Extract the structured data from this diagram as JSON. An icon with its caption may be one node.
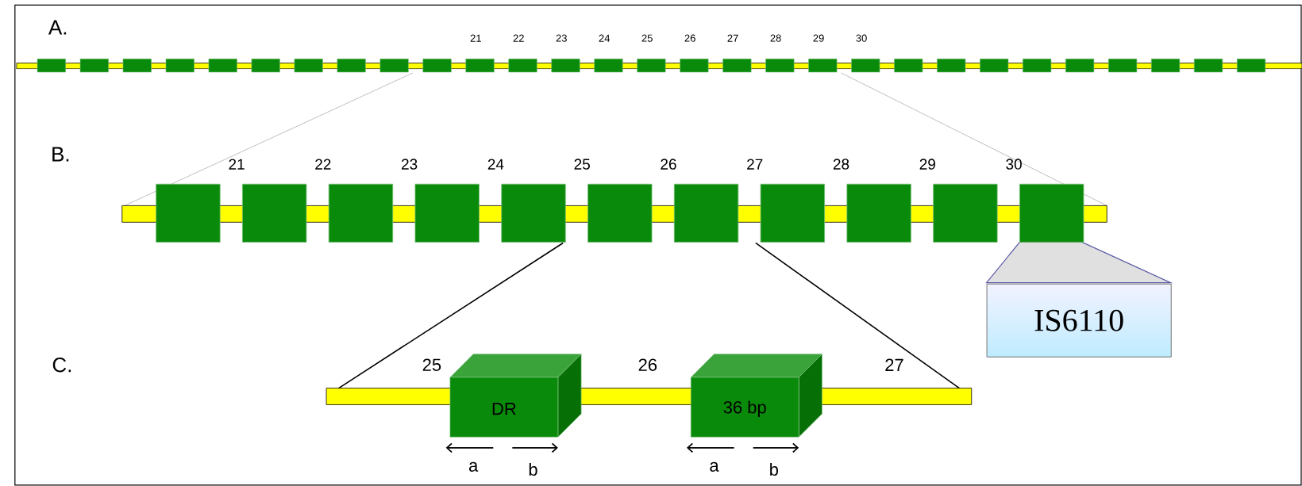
{
  "diagram": {
    "nodes": [
      {
        "text": [
          "IS6110"
        ]
      }
    ],
    "labels": [
      "A.",
      "21",
      "22",
      "23",
      "24",
      "25",
      "26",
      "27",
      "28",
      "29",
      "30",
      "B.",
      "21",
      "22",
      "23",
      "24",
      "25",
      "26",
      "27",
      "28",
      "29",
      "30",
      "C.",
      "25",
      "26",
      "27",
      "DR",
      "36 bp",
      "a",
      "b",
      "a",
      "b"
    ]
  }
}
